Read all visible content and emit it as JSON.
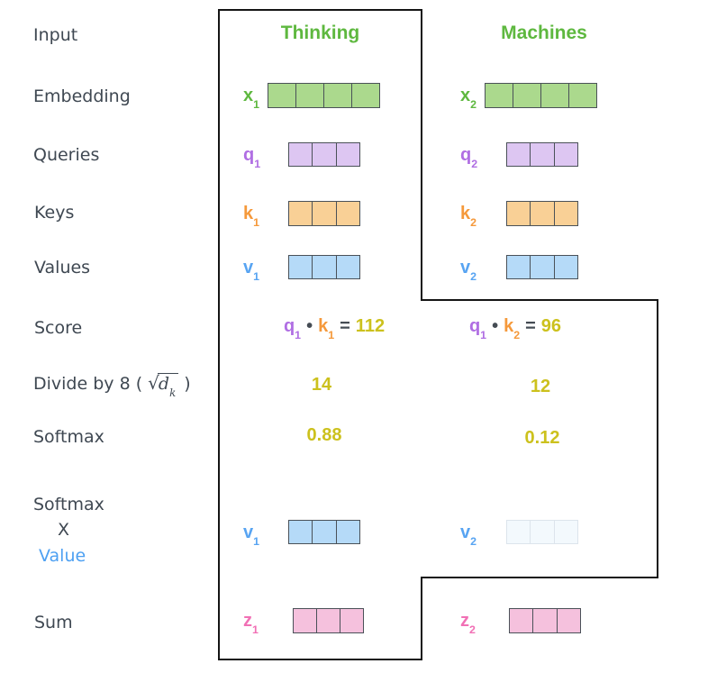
{
  "colors": {
    "label_dark": "#3f4852",
    "header_green": "#5eb83f",
    "purple": "#b06ee3",
    "orange": "#f5993b",
    "blue": "#58a4f2",
    "pink": "#f170b5",
    "score_yellow": "#ccc11d",
    "outline_black": "#151515",
    "box_border": "#4a5158",
    "fill_green": "#abd98d",
    "fill_purple": "#ddc6f2",
    "fill_orange": "#f9d096",
    "fill_blue": "#b5daf8",
    "fill_pink": "#f5c1dd",
    "fill_faded": "#f3f9fd",
    "border_faded": "#dce4ec"
  },
  "left_labels": {
    "input": "Input",
    "embedding": "Embedding",
    "queries": "Queries",
    "keys": "Keys",
    "values": "Values",
    "score": "Score",
    "divide": {
      "prefix": "Divide by 8 (",
      "sqrt": "√",
      "radicand": "d",
      "sub": "k",
      "suffix": ")"
    },
    "softmax": "Softmax",
    "softmax_x_value": {
      "line1": "Softmax",
      "line2": "X",
      "line3": "Value"
    },
    "sum": "Sum"
  },
  "columns": [
    {
      "header": "Thinking",
      "embedding": {
        "label": "x",
        "sub": "1",
        "cells": 4
      },
      "query": {
        "label": "q",
        "sub": "1",
        "cells": 3
      },
      "key": {
        "label": "k",
        "sub": "1",
        "cells": 3
      },
      "value": {
        "label": "v",
        "sub": "1",
        "cells": 3
      },
      "score": {
        "q": "q",
        "q_sub": "1",
        "dot": "•",
        "k": "k",
        "k_sub": "1",
        "eq": "=",
        "result": "112"
      },
      "divided": "14",
      "softmax": "0.88",
      "weighted_value": {
        "label": "v",
        "sub": "1",
        "cells": 3
      },
      "sum": {
        "label": "z",
        "sub": "1",
        "cells": 3
      }
    },
    {
      "header": "Machines",
      "embedding": {
        "label": "x",
        "sub": "2",
        "cells": 4
      },
      "query": {
        "label": "q",
        "sub": "2",
        "cells": 3
      },
      "key": {
        "label": "k",
        "sub": "2",
        "cells": 3
      },
      "value": {
        "label": "v",
        "sub": "2",
        "cells": 3
      },
      "score": {
        "q": "q",
        "q_sub": "1",
        "dot": "•",
        "k": "k",
        "k_sub": "2",
        "eq": "=",
        "result": "96"
      },
      "divided": "12",
      "softmax": "0.12",
      "weighted_value": {
        "label": "v",
        "sub": "2",
        "cells": 3
      },
      "sum": {
        "label": "z",
        "sub": "2",
        "cells": 3
      }
    }
  ]
}
